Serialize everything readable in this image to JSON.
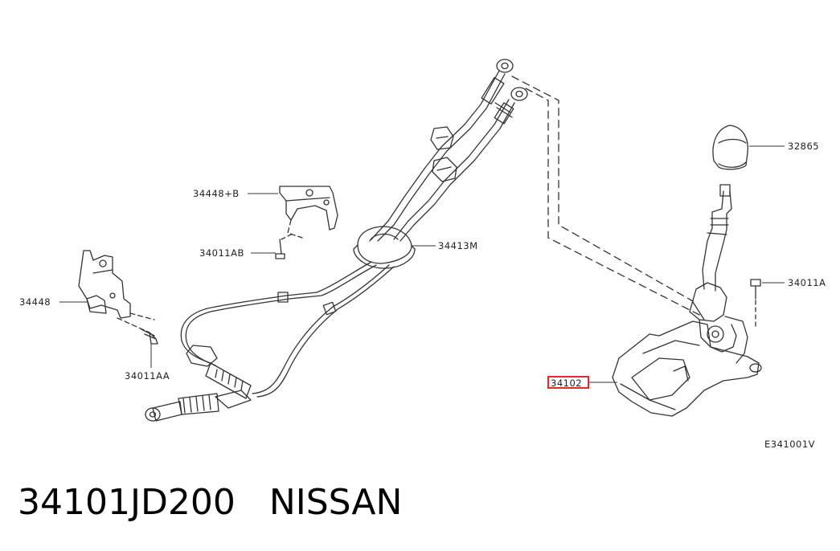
{
  "callouts": {
    "knob": "32865",
    "bolt_a": "34011A",
    "control_device": "34102",
    "boot": "34413M",
    "bracket_b": "34448+B",
    "bolt_ab": "34011AB",
    "bracket": "34448",
    "bolt_aa": "34011AA"
  },
  "diagram_code": "E341001V",
  "highlight_color": "#e0282f",
  "caption": {
    "part_number": "34101JD200",
    "brand": "NISSAN"
  }
}
